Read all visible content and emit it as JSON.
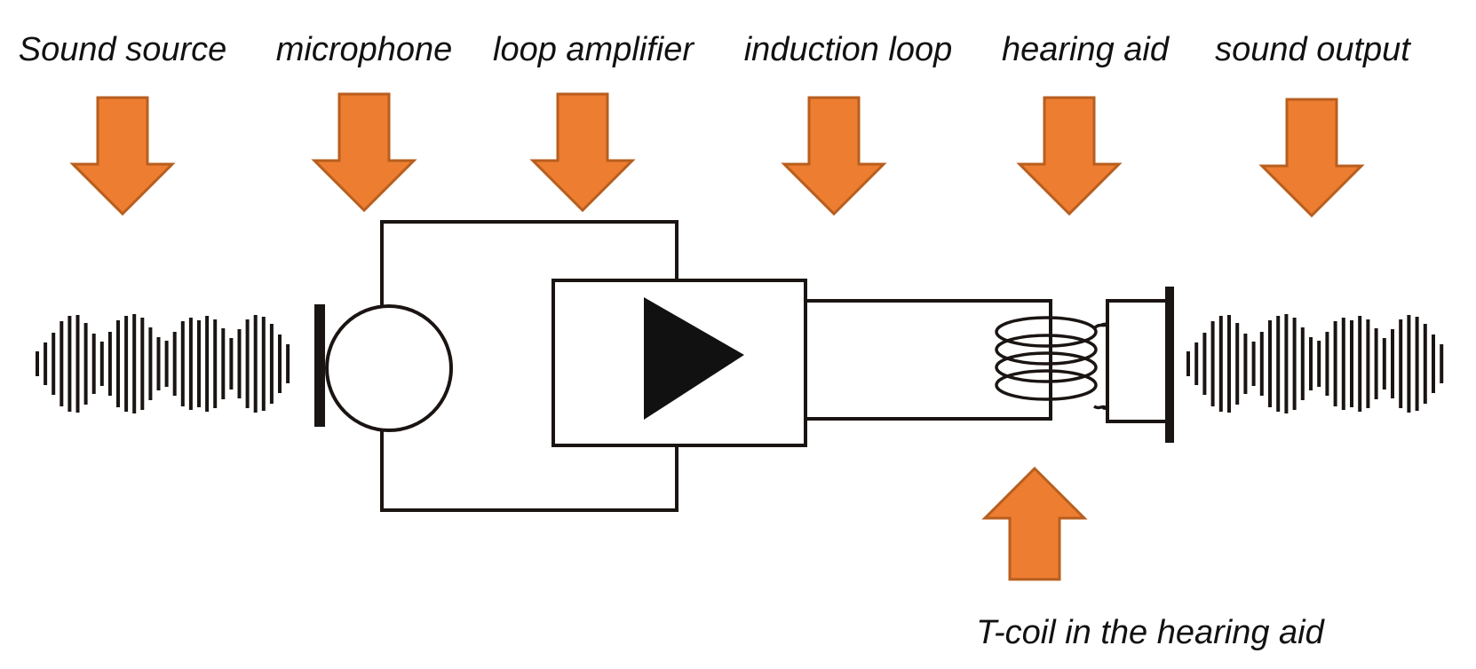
{
  "labels": {
    "sound_source": "Sound source",
    "microphone": "microphone",
    "loop_amplifier": "loop amplifier",
    "induction_loop": "induction loop",
    "hearing_aid": "hearing aid",
    "sound_output": "sound output",
    "tcoil": "T-coil in the hearing aid"
  },
  "colors": {
    "arrow_fill": "#ed7d31",
    "arrow_stroke": "#b85e1e",
    "line": "#1a1412"
  }
}
